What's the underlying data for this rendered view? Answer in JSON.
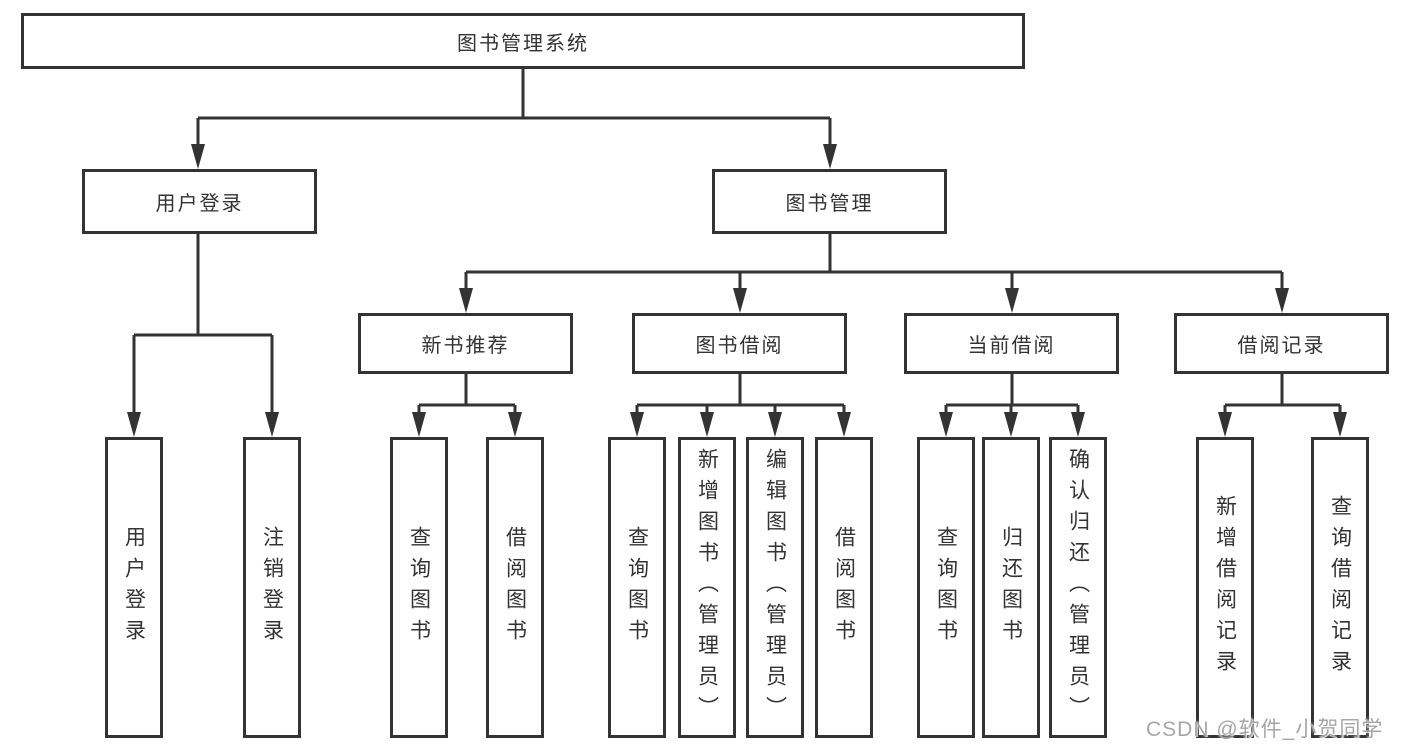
{
  "title": {
    "label": "图书管理系统"
  },
  "level2": [
    {
      "label": "用户登录"
    },
    {
      "label": "图书管理"
    }
  ],
  "level3": [
    {
      "label": "新书推荐"
    },
    {
      "label": "图书借阅"
    },
    {
      "label": "当前借阅"
    },
    {
      "label": "借阅记录"
    }
  ],
  "leaves": {
    "login": [
      "用户登录",
      "注销登录"
    ],
    "recommend": [
      "查询图书",
      "借阅图书"
    ],
    "borrow": [
      "查询图书",
      "新增图书（管理员）",
      "编辑图书（管理员）",
      "借阅图书"
    ],
    "current": [
      "查询图书",
      "归还图书",
      "确认归还（管理员）"
    ],
    "records": [
      "新增借阅记录",
      "查询借阅记录"
    ]
  },
  "watermark": "CSDN @软件_小贺同学",
  "colors": {
    "line": "#333333",
    "text": "#333333",
    "watermark": "#a6a6a6",
    "background": "#ffffff"
  }
}
